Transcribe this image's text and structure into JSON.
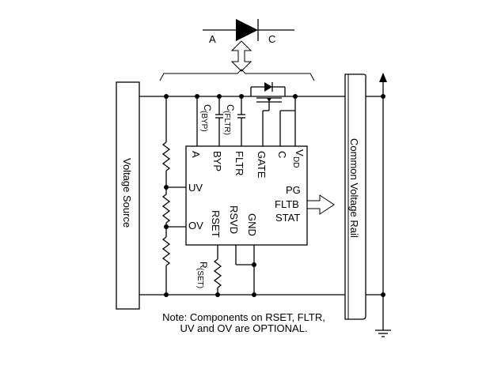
{
  "diode_symbol": {
    "anode": "A",
    "cathode": "C"
  },
  "voltage_source": {
    "label": "Voltage Source"
  },
  "common_rail": {
    "label": "Common Voltage Rail"
  },
  "chip": {
    "top_pins": [
      "A",
      "BYP",
      "FLTR",
      "GATE",
      "C"
    ],
    "vdd_label": "V",
    "vdd_subscript": "DD",
    "left_pins": [
      "UV",
      "OV"
    ],
    "bottom_pins": [
      "RSET",
      "RSVD",
      "GND"
    ],
    "right_pins": [
      "PG",
      "FLTB",
      "STAT"
    ]
  },
  "components": {
    "c_byp": "C",
    "c_byp_sub": "(BYP)",
    "c_fltr": "C",
    "c_fltr_sub": "(FLTR)",
    "r_set": "R",
    "r_set_sub": "(SET)"
  },
  "note": {
    "line1": "Note:  Components on RSET, FLTR,",
    "line2": "UV and OV are OPTIONAL."
  }
}
